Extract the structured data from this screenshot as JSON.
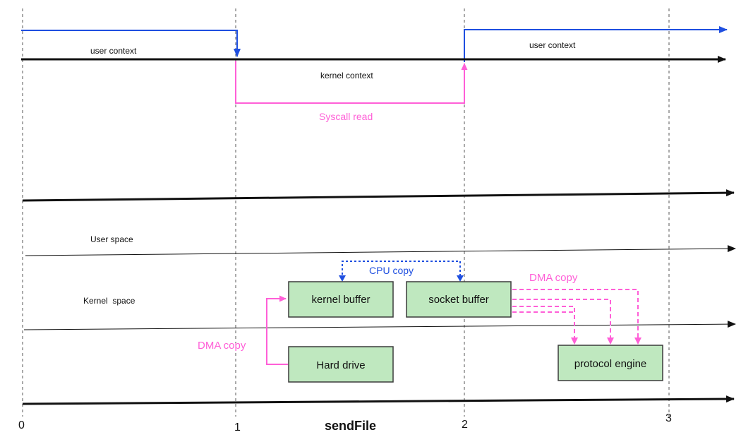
{
  "colors": {
    "user_flow": "#1f4fe0",
    "syscall": "#ff5fd7",
    "box_fill": "#bfe8bf",
    "box_stroke": "#3b3b3b",
    "line": "#111111",
    "dashed_guide": "#555555"
  },
  "labels": {
    "user_context_left": "user context",
    "user_context_right": "user context",
    "kernel_context": "kernel context",
    "syscall_read": "Syscall read",
    "user_space": "User space",
    "kernel_space": "Kernel  space",
    "cpu_copy": "CPU copy",
    "dma_copy_left": "DMA copy",
    "dma_copy_right": "DMA copy",
    "title": "sendFile"
  },
  "boxes": {
    "kernel_buffer": "kernel buffer",
    "socket_buffer": "socket buffer",
    "hard_drive": "Hard drive",
    "protocol_engine": "protocol engine"
  },
  "ticks": [
    "0",
    "1",
    "2",
    "3"
  ]
}
